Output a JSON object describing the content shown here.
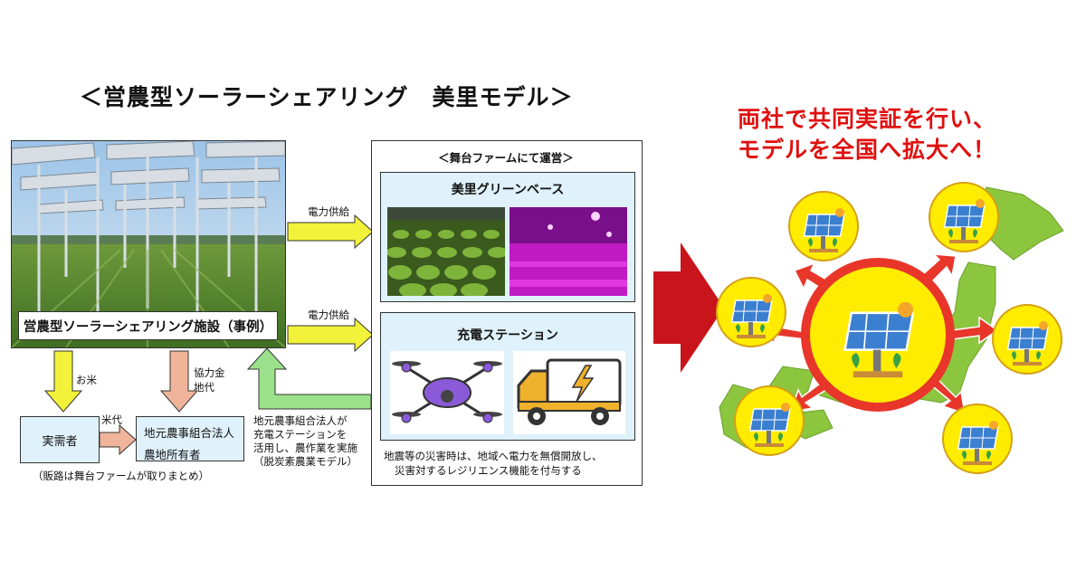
{
  "title": "＜営農型ソーラーシェアリング　美里モデル＞",
  "facility": {
    "label": "営農型ソーラーシェアリング施設（事例）"
  },
  "flows": {
    "power_supply_1": "電力供給",
    "power_supply_2": "電力供給",
    "rice": "お米",
    "cooperation_fee": "協力金",
    "land_rent": "地代",
    "rice_payment": "米代"
  },
  "actors": {
    "consumer": "実需者",
    "local_corp_line1": "地元農事組合法人",
    "local_corp_line2": "農地所有者",
    "sales_note": "（販路は舞台ファームが取りまとめ）",
    "ev_note_line1": "地元農事組合法人が",
    "ev_note_line2": "充電ステーションを",
    "ev_note_line3": "活用し、農作業を実施",
    "ev_note_line4": "（脱炭素農業モデル）"
  },
  "operation_panel": {
    "header": "＜舞台ファームにて運営＞",
    "greenbase_title": "美里グリーンベース",
    "charging_title": "充電ステーション",
    "disaster_note_line1": "地震等の災害時は、地域へ電力を無償開放し、",
    "disaster_note_line2": "災害対するレジリエンス機能を付与する"
  },
  "headline": {
    "line1": "両社で共同実証を行い、",
    "line2": "モデルを全国へ拡大へ！"
  },
  "colors": {
    "yellow_arrow": "#f2f23a",
    "pink_arrow": "#f0b49a",
    "green_arrow": "#9be08a",
    "big_arrow": "#c8141a",
    "headline_red": "#e01010",
    "panel_blue": "#dff1fa",
    "map_green": "#8cc63f",
    "circle_yellow": "#ffec00"
  },
  "icons": [
    "solar-farm-photo",
    "lettuce-field-photo",
    "led-grow-room-photo",
    "drone-icon",
    "electric-truck-icon",
    "solar-panel-icon",
    "japan-map"
  ]
}
